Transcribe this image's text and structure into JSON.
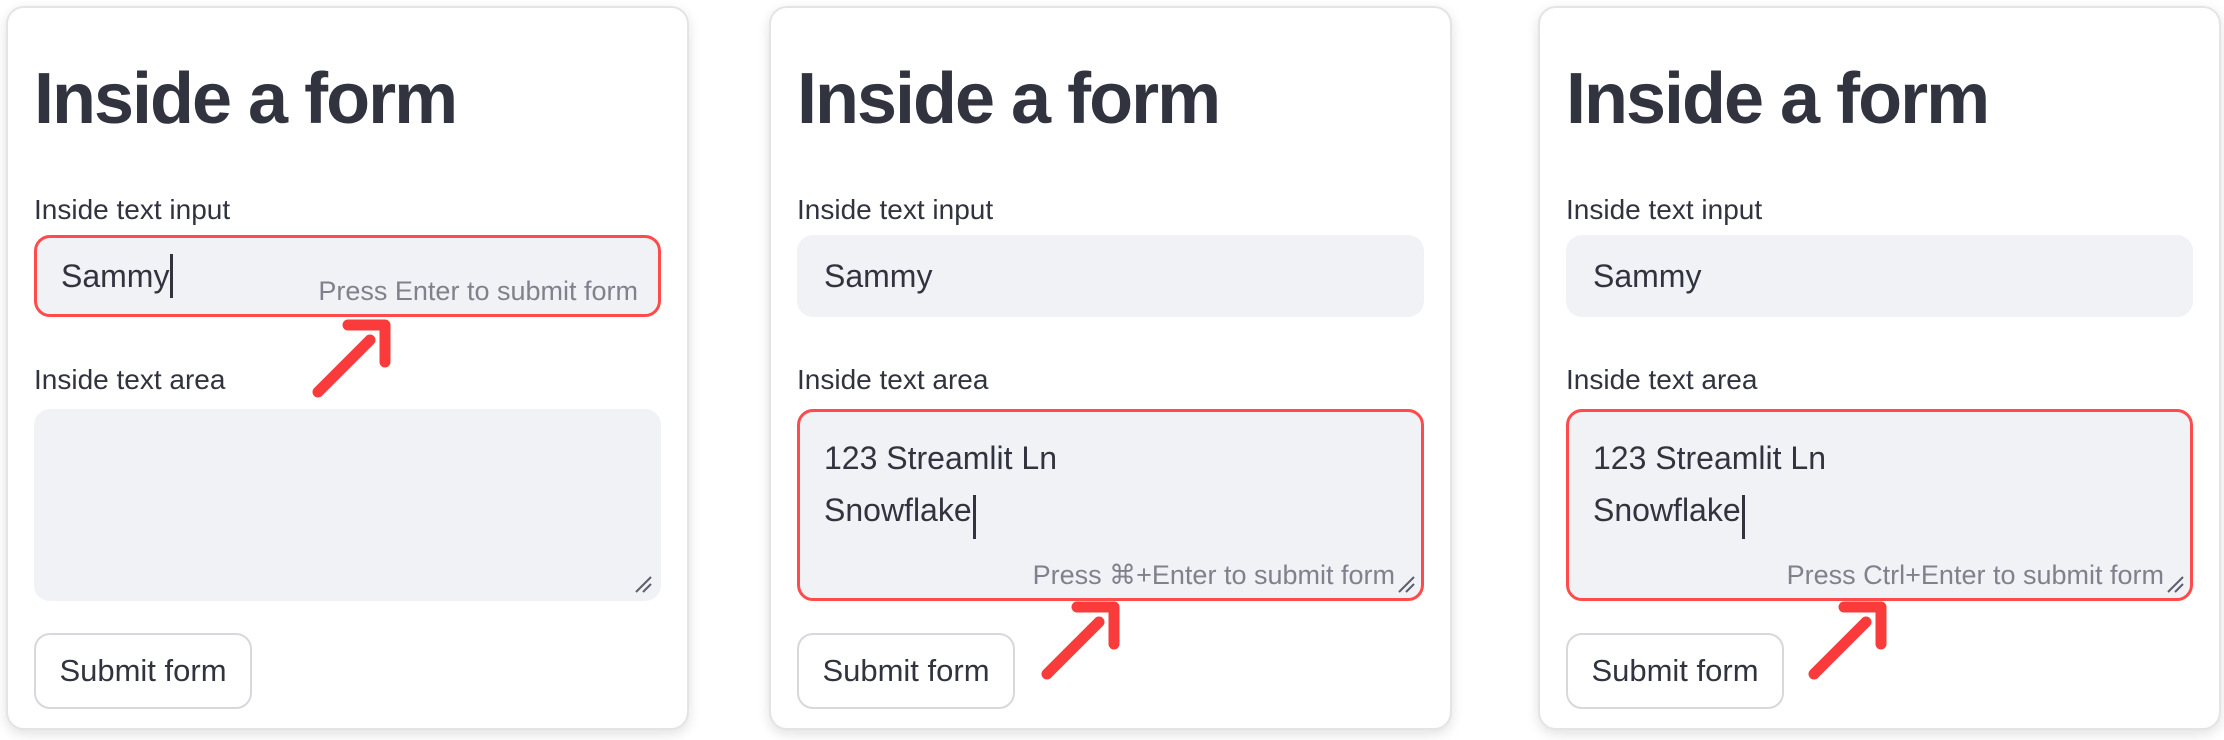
{
  "colors": {
    "primary_focus_red": "#FF4B4B",
    "arrow_red": "#F93B3B",
    "widget_background": "#F0F2F6",
    "text_dark": "#31333F",
    "hint_gray": "#7F828C"
  },
  "panels": [
    {
      "heading": "Inside a form",
      "text_input": {
        "label": "Inside text input",
        "value": "Sammy",
        "focused": true,
        "hint": "Press Enter to submit form"
      },
      "text_area": {
        "label": "Inside text area",
        "value": "",
        "focused": false
      },
      "submit_label": "Submit form"
    },
    {
      "heading": "Inside a form",
      "text_input": {
        "label": "Inside text input",
        "value": "Sammy",
        "focused": false
      },
      "text_area": {
        "label": "Inside text area",
        "line1": "123 Streamlit Ln",
        "line2": "Snowflake",
        "focused": true,
        "hint": "Press ⌘+Enter to submit form"
      },
      "submit_label": "Submit form"
    },
    {
      "heading": "Inside a form",
      "text_input": {
        "label": "Inside text input",
        "value": "Sammy",
        "focused": false
      },
      "text_area": {
        "label": "Inside text area",
        "line1": "123 Streamlit Ln",
        "line2": "Snowflake",
        "focused": true,
        "hint": "Press Ctrl+Enter to submit form"
      },
      "submit_label": "Submit form"
    }
  ]
}
